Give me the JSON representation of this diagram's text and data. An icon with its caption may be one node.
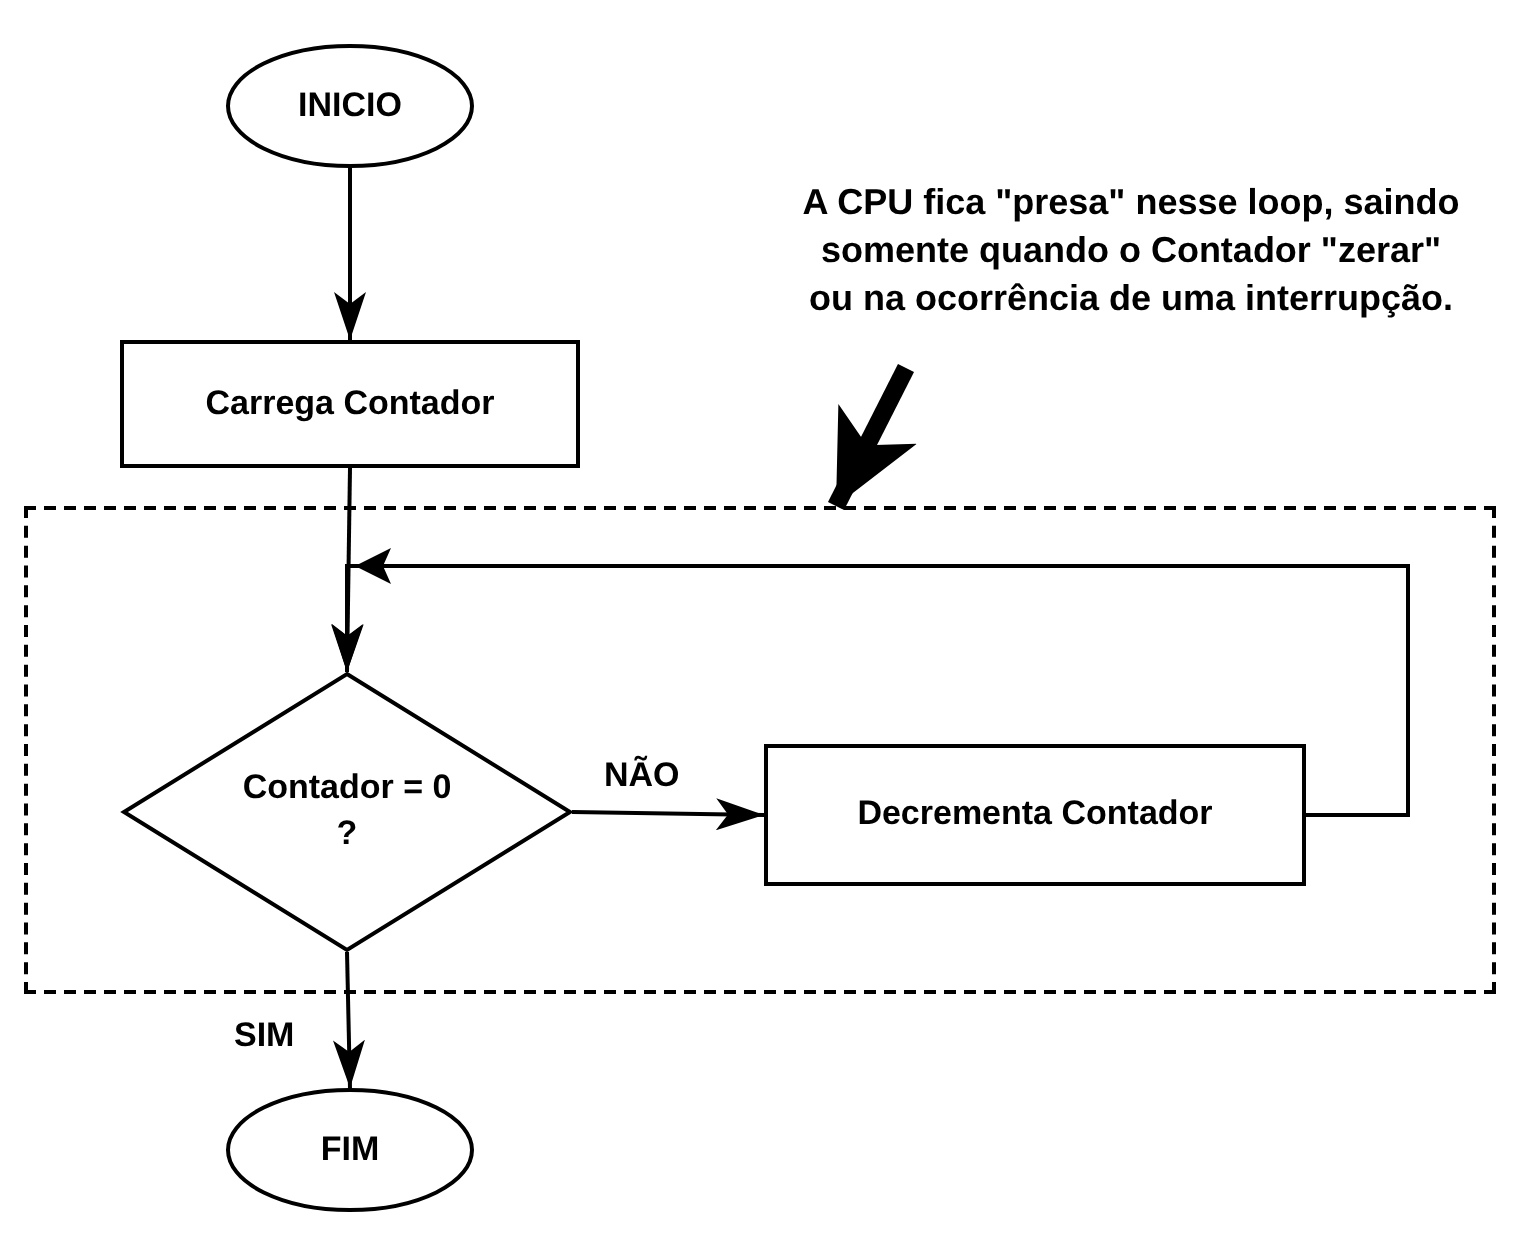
{
  "diagram": {
    "nodes": [
      {
        "text": [
          "INICIO"
        ]
      },
      {
        "text": [
          "A CPU fica \"presa\" nesse loop, saindo somente quando o Contador \"zerar\" ou na ocorrência de uma interrupção."
        ]
      },
      {
        "text": [
          "Carrega Contador"
        ]
      },
      {
        "text": [],
        "shape": "box"
      },
      {
        "text": [
          "Contador = 0 ?"
        ],
        "in": 3
      },
      {
        "text": [
          "Decrementa Contador"
        ],
        "in": 3
      },
      {
        "text": [
          "FIM"
        ]
      }
    ],
    "edges": [
      {
        "from": 0,
        "to": 2,
        "arrow": "to"
      },
      {
        "from": 2,
        "to": 4,
        "arrow": "to"
      },
      {
        "from": 4,
        "to": 5,
        "arrow": "to",
        "label": "NÃO"
      },
      {
        "from": 5,
        "to": 4,
        "arrow": "to"
      },
      {
        "from": 4,
        "to": 6,
        "arrow": "to",
        "label": "SIM"
      },
      {
        "from": 1,
        "to": 3,
        "arrow": "to",
        "style": "thick"
      }
    ]
  }
}
